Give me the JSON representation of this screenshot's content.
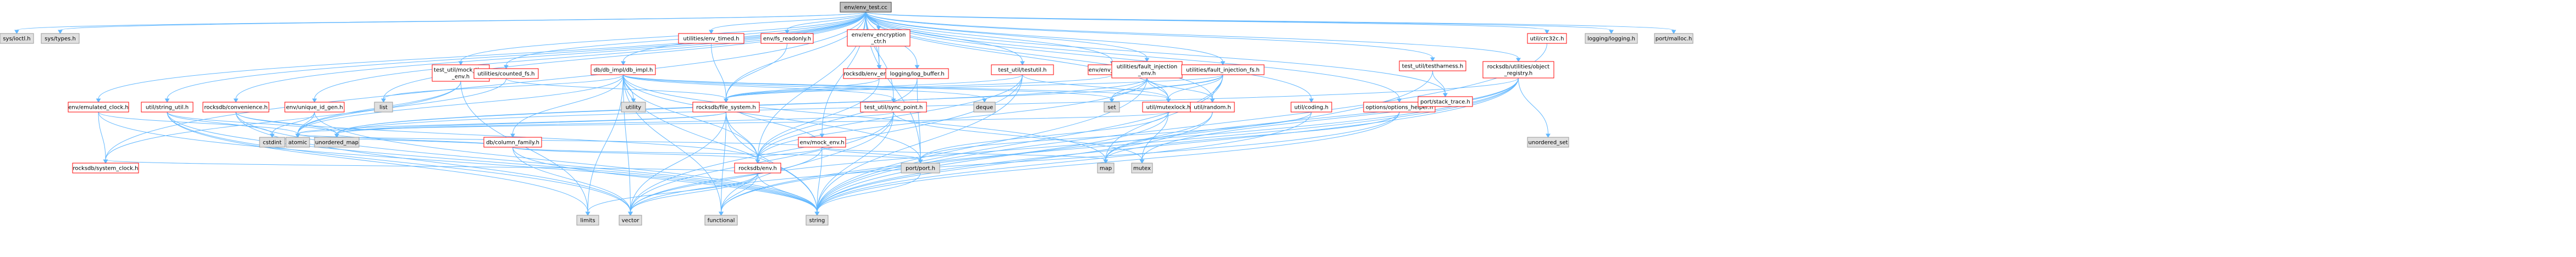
{
  "colors": {
    "root_fill": "#bfbfbf",
    "root_stroke": "#404040",
    "file_fill": "#ffffff",
    "file_stroke": "#ff0000",
    "system_fill": "#e0e0e0",
    "system_stroke": "#999999",
    "edge": "#63b8ff"
  },
  "nodes": [
    {
      "id": "root",
      "kind": "root",
      "label": "env/env_test.cc"
    },
    {
      "id": "sys_ioctl",
      "kind": "system",
      "label": "sys/ioctl.h"
    },
    {
      "id": "sys_types",
      "kind": "system",
      "label": "sys/types.h"
    },
    {
      "id": "env_emulated_clock",
      "kind": "file",
      "label": "env/emulated_clock.h"
    },
    {
      "id": "rocksdb_system_clock",
      "kind": "file",
      "label": "rocksdb/system_clock.h"
    },
    {
      "id": "util_string_util",
      "kind": "file",
      "label": "util/string_util.h"
    },
    {
      "id": "rocksdb_convenience",
      "kind": "file",
      "label": "rocksdb/convenience.h"
    },
    {
      "id": "env_unique_id_gen",
      "kind": "file",
      "label": "env/unique_id_gen.h"
    },
    {
      "id": "list",
      "kind": "system",
      "label": "list"
    },
    {
      "id": "test_util_mock_time_env",
      "kind": "file",
      "label": [
        "test_util/mock_time",
        "_env.h"
      ]
    },
    {
      "id": "utilities_counted_fs",
      "kind": "file",
      "label": "utilities/counted_fs.h"
    },
    {
      "id": "db_db_impl",
      "kind": "file",
      "label": "db/db_impl/db_impl.h"
    },
    {
      "id": "utilities_env_timed",
      "kind": "file",
      "label": "utilities/env_timed.h"
    },
    {
      "id": "env_fs_readonly",
      "kind": "file",
      "label": "env/fs_readonly.h"
    },
    {
      "id": "env_env_encryption_ctr",
      "kind": "file",
      "label": [
        "env/env_encryption",
        "_ctr.h"
      ]
    },
    {
      "id": "rocksdb_env_encryption",
      "kind": "file",
      "label": "rocksdb/env_encryption.h"
    },
    {
      "id": "logging_log_buffer",
      "kind": "file",
      "label": "logging/log_buffer.h"
    },
    {
      "id": "test_util_testutil",
      "kind": "file",
      "label": "test_util/testutil.h"
    },
    {
      "id": "env_env_chroot",
      "kind": "file",
      "label": "env/env_chroot.h"
    },
    {
      "id": "utilities_fault_injection_env",
      "kind": "file",
      "label": [
        "utilities/fault_injection",
        "_env.h"
      ]
    },
    {
      "id": "utilities_fault_injection_fs",
      "kind": "file",
      "label": "utilities/fault_injection_fs.h"
    },
    {
      "id": "util_coding",
      "kind": "file",
      "label": "util/coding.h"
    },
    {
      "id": "options_options_helper",
      "kind": "file",
      "label": "options/options_helper.h"
    },
    {
      "id": "test_util_testharness",
      "kind": "file",
      "label": "test_util/testharness.h"
    },
    {
      "id": "port_stack_trace",
      "kind": "file",
      "label": "port/stack_trace.h"
    },
    {
      "id": "util_crc32c",
      "kind": "file",
      "label": "util/crc32c.h"
    },
    {
      "id": "logging_logging",
      "kind": "system",
      "label": "logging/logging.h"
    },
    {
      "id": "port_malloc",
      "kind": "system",
      "label": "port/malloc.h"
    },
    {
      "id": "rocksdb_utilities_object_registry",
      "kind": "file",
      "label": [
        "rocksdb/utilities/object",
        "_registry.h"
      ]
    },
    {
      "id": "db_column_family",
      "kind": "file",
      "label": "db/column_family.h"
    },
    {
      "id": "utility",
      "kind": "system",
      "label": "utility"
    },
    {
      "id": "rocksdb_file_system",
      "kind": "file",
      "label": "rocksdb/file_system.h"
    },
    {
      "id": "env_mock_env",
      "kind": "file",
      "label": "env/mock_env.h"
    },
    {
      "id": "test_util_sync_point",
      "kind": "file",
      "label": "test_util/sync_point.h"
    },
    {
      "id": "deque",
      "kind": "system",
      "label": "deque"
    },
    {
      "id": "set",
      "kind": "system",
      "label": "set"
    },
    {
      "id": "util_mutexlock",
      "kind": "file",
      "label": "util/mutexlock.h"
    },
    {
      "id": "util_random",
      "kind": "file",
      "label": "util/random.h"
    },
    {
      "id": "unordered_set",
      "kind": "system",
      "label": "unordered_set"
    },
    {
      "id": "cstdint",
      "kind": "system",
      "label": "cstdint"
    },
    {
      "id": "atomic",
      "kind": "system",
      "label": "atomic"
    },
    {
      "id": "unordered_map",
      "kind": "system",
      "label": "unordered_map"
    },
    {
      "id": "rocksdb_env",
      "kind": "file",
      "label": "rocksdb/env.h"
    },
    {
      "id": "port_port",
      "kind": "system",
      "label": "port/port.h"
    },
    {
      "id": "map",
      "kind": "system",
      "label": "map"
    },
    {
      "id": "mutex",
      "kind": "system",
      "label": "mutex"
    },
    {
      "id": "limits",
      "kind": "system",
      "label": "limits"
    },
    {
      "id": "vector",
      "kind": "system",
      "label": "vector"
    },
    {
      "id": "functional",
      "kind": "system",
      "label": "functional"
    },
    {
      "id": "string",
      "kind": "system",
      "label": "string"
    }
  ],
  "edges": [
    [
      "root",
      "sys_ioctl"
    ],
    [
      "root",
      "sys_types"
    ],
    [
      "root",
      "env_emulated_clock"
    ],
    [
      "root",
      "util_string_util"
    ],
    [
      "root",
      "rocksdb_convenience"
    ],
    [
      "root",
      "env_unique_id_gen"
    ],
    [
      "root",
      "list"
    ],
    [
      "root",
      "test_util_mock_time_env"
    ],
    [
      "root",
      "utilities_counted_fs"
    ],
    [
      "root",
      "db_db_impl"
    ],
    [
      "root",
      "utilities_env_timed"
    ],
    [
      "root",
      "env_fs_readonly"
    ],
    [
      "root",
      "env_env_encryption_ctr"
    ],
    [
      "root",
      "rocksdb_env_encryption"
    ],
    [
      "root",
      "logging_log_buffer"
    ],
    [
      "root",
      "test_util_testutil"
    ],
    [
      "root",
      "env_env_chroot"
    ],
    [
      "root",
      "utilities_fault_injection_env"
    ],
    [
      "root",
      "utilities_fault_injection_fs"
    ],
    [
      "root",
      "util_coding"
    ],
    [
      "root",
      "options_options_helper"
    ],
    [
      "root",
      "test_util_testharness"
    ],
    [
      "root",
      "port_stack_trace"
    ],
    [
      "root",
      "util_crc32c"
    ],
    [
      "root",
      "logging_logging"
    ],
    [
      "root",
      "port_malloc"
    ],
    [
      "root",
      "rocksdb_utilities_object_registry"
    ],
    [
      "root",
      "rocksdb_system_clock"
    ],
    [
      "root",
      "rocksdb_file_system"
    ],
    [
      "root",
      "util_mutexlock"
    ],
    [
      "root",
      "env_mock_env"
    ],
    [
      "root",
      "test_util_sync_point"
    ],
    [
      "root",
      "util_random"
    ],
    [
      "root",
      "rocksdb_env"
    ],
    [
      "root",
      "port_port"
    ],
    [
      "env_emulated_clock",
      "rocksdb_system_clock"
    ],
    [
      "env_emulated_clock",
      "atomic"
    ],
    [
      "env_emulated_clock",
      "string"
    ],
    [
      "util_string_util",
      "cstdint"
    ],
    [
      "util_string_util",
      "unordered_map"
    ],
    [
      "util_string_util",
      "limits"
    ],
    [
      "util_string_util",
      "vector"
    ],
    [
      "util_string_util",
      "string"
    ],
    [
      "rocksdb_convenience",
      "rocksdb_env"
    ],
    [
      "rocksdb_convenience",
      "unordered_map"
    ],
    [
      "rocksdb_convenience",
      "vector"
    ],
    [
      "rocksdb_convenience",
      "string"
    ],
    [
      "env_unique_id_gen",
      "atomic"
    ],
    [
      "env_unique_id_gen",
      "cstdint"
    ],
    [
      "env_unique_id_gen",
      "string"
    ],
    [
      "test_util_mock_time_env",
      "rocksdb_system_clock"
    ],
    [
      "test_util_mock_time_env",
      "atomic"
    ],
    [
      "test_util_mock_time_env",
      "limits"
    ],
    [
      "utilities_counted_fs",
      "rocksdb_file_system"
    ],
    [
      "utilities_counted_fs",
      "atomic"
    ],
    [
      "db_db_impl",
      "atomic"
    ],
    [
      "db_db_impl",
      "deque"
    ],
    [
      "db_db_impl",
      "functional"
    ],
    [
      "db_db_impl",
      "limits"
    ],
    [
      "db_db_impl",
      "list"
    ],
    [
      "db_db_impl",
      "map"
    ],
    [
      "db_db_impl",
      "set"
    ],
    [
      "db_db_impl",
      "string"
    ],
    [
      "db_db_impl",
      "utility"
    ],
    [
      "db_db_impl",
      "vector"
    ],
    [
      "db_db_impl",
      "db_column_family"
    ],
    [
      "db_db_impl",
      "rocksdb_env"
    ],
    [
      "db_db_impl",
      "port_port"
    ],
    [
      "db_db_impl",
      "test_util_sync_point"
    ],
    [
      "db_db_impl",
      "util_mutexlock"
    ],
    [
      "db_column_family",
      "atomic"
    ],
    [
      "db_column_family",
      "string"
    ],
    [
      "db_column_family",
      "unordered_map"
    ],
    [
      "db_column_family",
      "vector"
    ],
    [
      "db_column_family",
      "port_port"
    ],
    [
      "db_column_family",
      "rocksdb_env"
    ],
    [
      "utilities_env_timed",
      "rocksdb_file_system"
    ],
    [
      "env_fs_readonly",
      "rocksdb_file_system"
    ],
    [
      "env_env_encryption_ctr",
      "rocksdb_env_encryption"
    ],
    [
      "rocksdb_env_encryption",
      "rocksdb_env"
    ],
    [
      "rocksdb_env_encryption",
      "rocksdb_file_system"
    ],
    [
      "logging_log_buffer",
      "rocksdb_env"
    ],
    [
      "logging_log_buffer",
      "port_port"
    ],
    [
      "test_util_testutil",
      "rocksdb_env"
    ],
    [
      "test_util_testutil",
      "string"
    ],
    [
      "test_util_testutil",
      "vector"
    ],
    [
      "test_util_testutil",
      "util_mutexlock"
    ],
    [
      "test_util_testutil",
      "rocksdb_file_system"
    ],
    [
      "env_env_chroot",
      "rocksdb_file_system"
    ],
    [
      "utilities_fault_injection_env",
      "set"
    ],
    [
      "utilities_fault_injection_env",
      "string"
    ],
    [
      "utilities_fault_injection_env",
      "unordered_map"
    ],
    [
      "utilities_fault_injection_env",
      "util_mutexlock"
    ],
    [
      "utilities_fault_injection_env",
      "rocksdb_env"
    ],
    [
      "utilities_fault_injection_env",
      "util_random"
    ],
    [
      "utilities_fault_injection_fs",
      "set"
    ],
    [
      "utilities_fault_injection_fs",
      "string"
    ],
    [
      "utilities_fault_injection_fs",
      "unordered_map"
    ],
    [
      "utilities_fault_injection_fs",
      "rocksdb_file_system"
    ],
    [
      "utilities_fault_injection_fs",
      "util_mutexlock"
    ],
    [
      "utilities_fault_injection_fs",
      "util_random"
    ],
    [
      "utilities_fault_injection_fs",
      "map"
    ],
    [
      "util_coding",
      "port_port"
    ],
    [
      "util_coding",
      "string"
    ],
    [
      "options_options_helper",
      "map"
    ],
    [
      "options_options_helper",
      "string"
    ],
    [
      "options_options_helper",
      "vector"
    ],
    [
      "test_util_testharness",
      "port_stack_trace"
    ],
    [
      "test_util_testharness",
      "string"
    ],
    [
      "util_crc32c",
      "string"
    ],
    [
      "rocksdb_utilities_object_registry",
      "functional"
    ],
    [
      "rocksdb_utilities_object_registry",
      "map"
    ],
    [
      "rocksdb_utilities_object_registry",
      "mutex"
    ],
    [
      "rocksdb_utilities_object_registry",
      "string"
    ],
    [
      "rocksdb_utilities_object_registry",
      "unordered_set"
    ],
    [
      "rocksdb_utilities_object_registry",
      "vector"
    ],
    [
      "rocksdb_utilities_object_registry",
      "unordered_map"
    ],
    [
      "rocksdb_file_system",
      "rocksdb_env"
    ],
    [
      "rocksdb_file_system",
      "string"
    ],
    [
      "rocksdb_file_system",
      "vector"
    ],
    [
      "rocksdb_file_system",
      "functional"
    ],
    [
      "rocksdb_file_system",
      "unordered_map"
    ],
    [
      "rocksdb_file_system",
      "atomic"
    ],
    [
      "env_mock_env",
      "atomic"
    ],
    [
      "env_mock_env",
      "map"
    ],
    [
      "env_mock_env",
      "string"
    ],
    [
      "env_mock_env",
      "vector"
    ],
    [
      "env_mock_env",
      "rocksdb_env"
    ],
    [
      "env_mock_env",
      "port_port"
    ],
    [
      "env_mock_env",
      "rocksdb_file_system"
    ],
    [
      "test_util_sync_point",
      "functional"
    ],
    [
      "test_util_sync_point",
      "mutex"
    ],
    [
      "test_util_sync_point",
      "string"
    ],
    [
      "test_util_sync_point",
      "unordered_map"
    ],
    [
      "test_util_sync_point",
      "vector"
    ],
    [
      "util_mutexlock",
      "atomic"
    ],
    [
      "util_mutexlock",
      "functional"
    ],
    [
      "util_mutexlock",
      "mutex"
    ],
    [
      "util_mutexlock",
      "port_port"
    ],
    [
      "util_random",
      "map"
    ],
    [
      "util_random",
      "string"
    ],
    [
      "rocksdb_env",
      "functional"
    ],
    [
      "rocksdb_env",
      "limits"
    ],
    [
      "rocksdb_env",
      "string"
    ],
    [
      "rocksdb_env",
      "vector"
    ],
    [
      "rocksdb_env",
      "rocksdb_system_clock"
    ],
    [
      "port_port",
      "string"
    ]
  ]
}
